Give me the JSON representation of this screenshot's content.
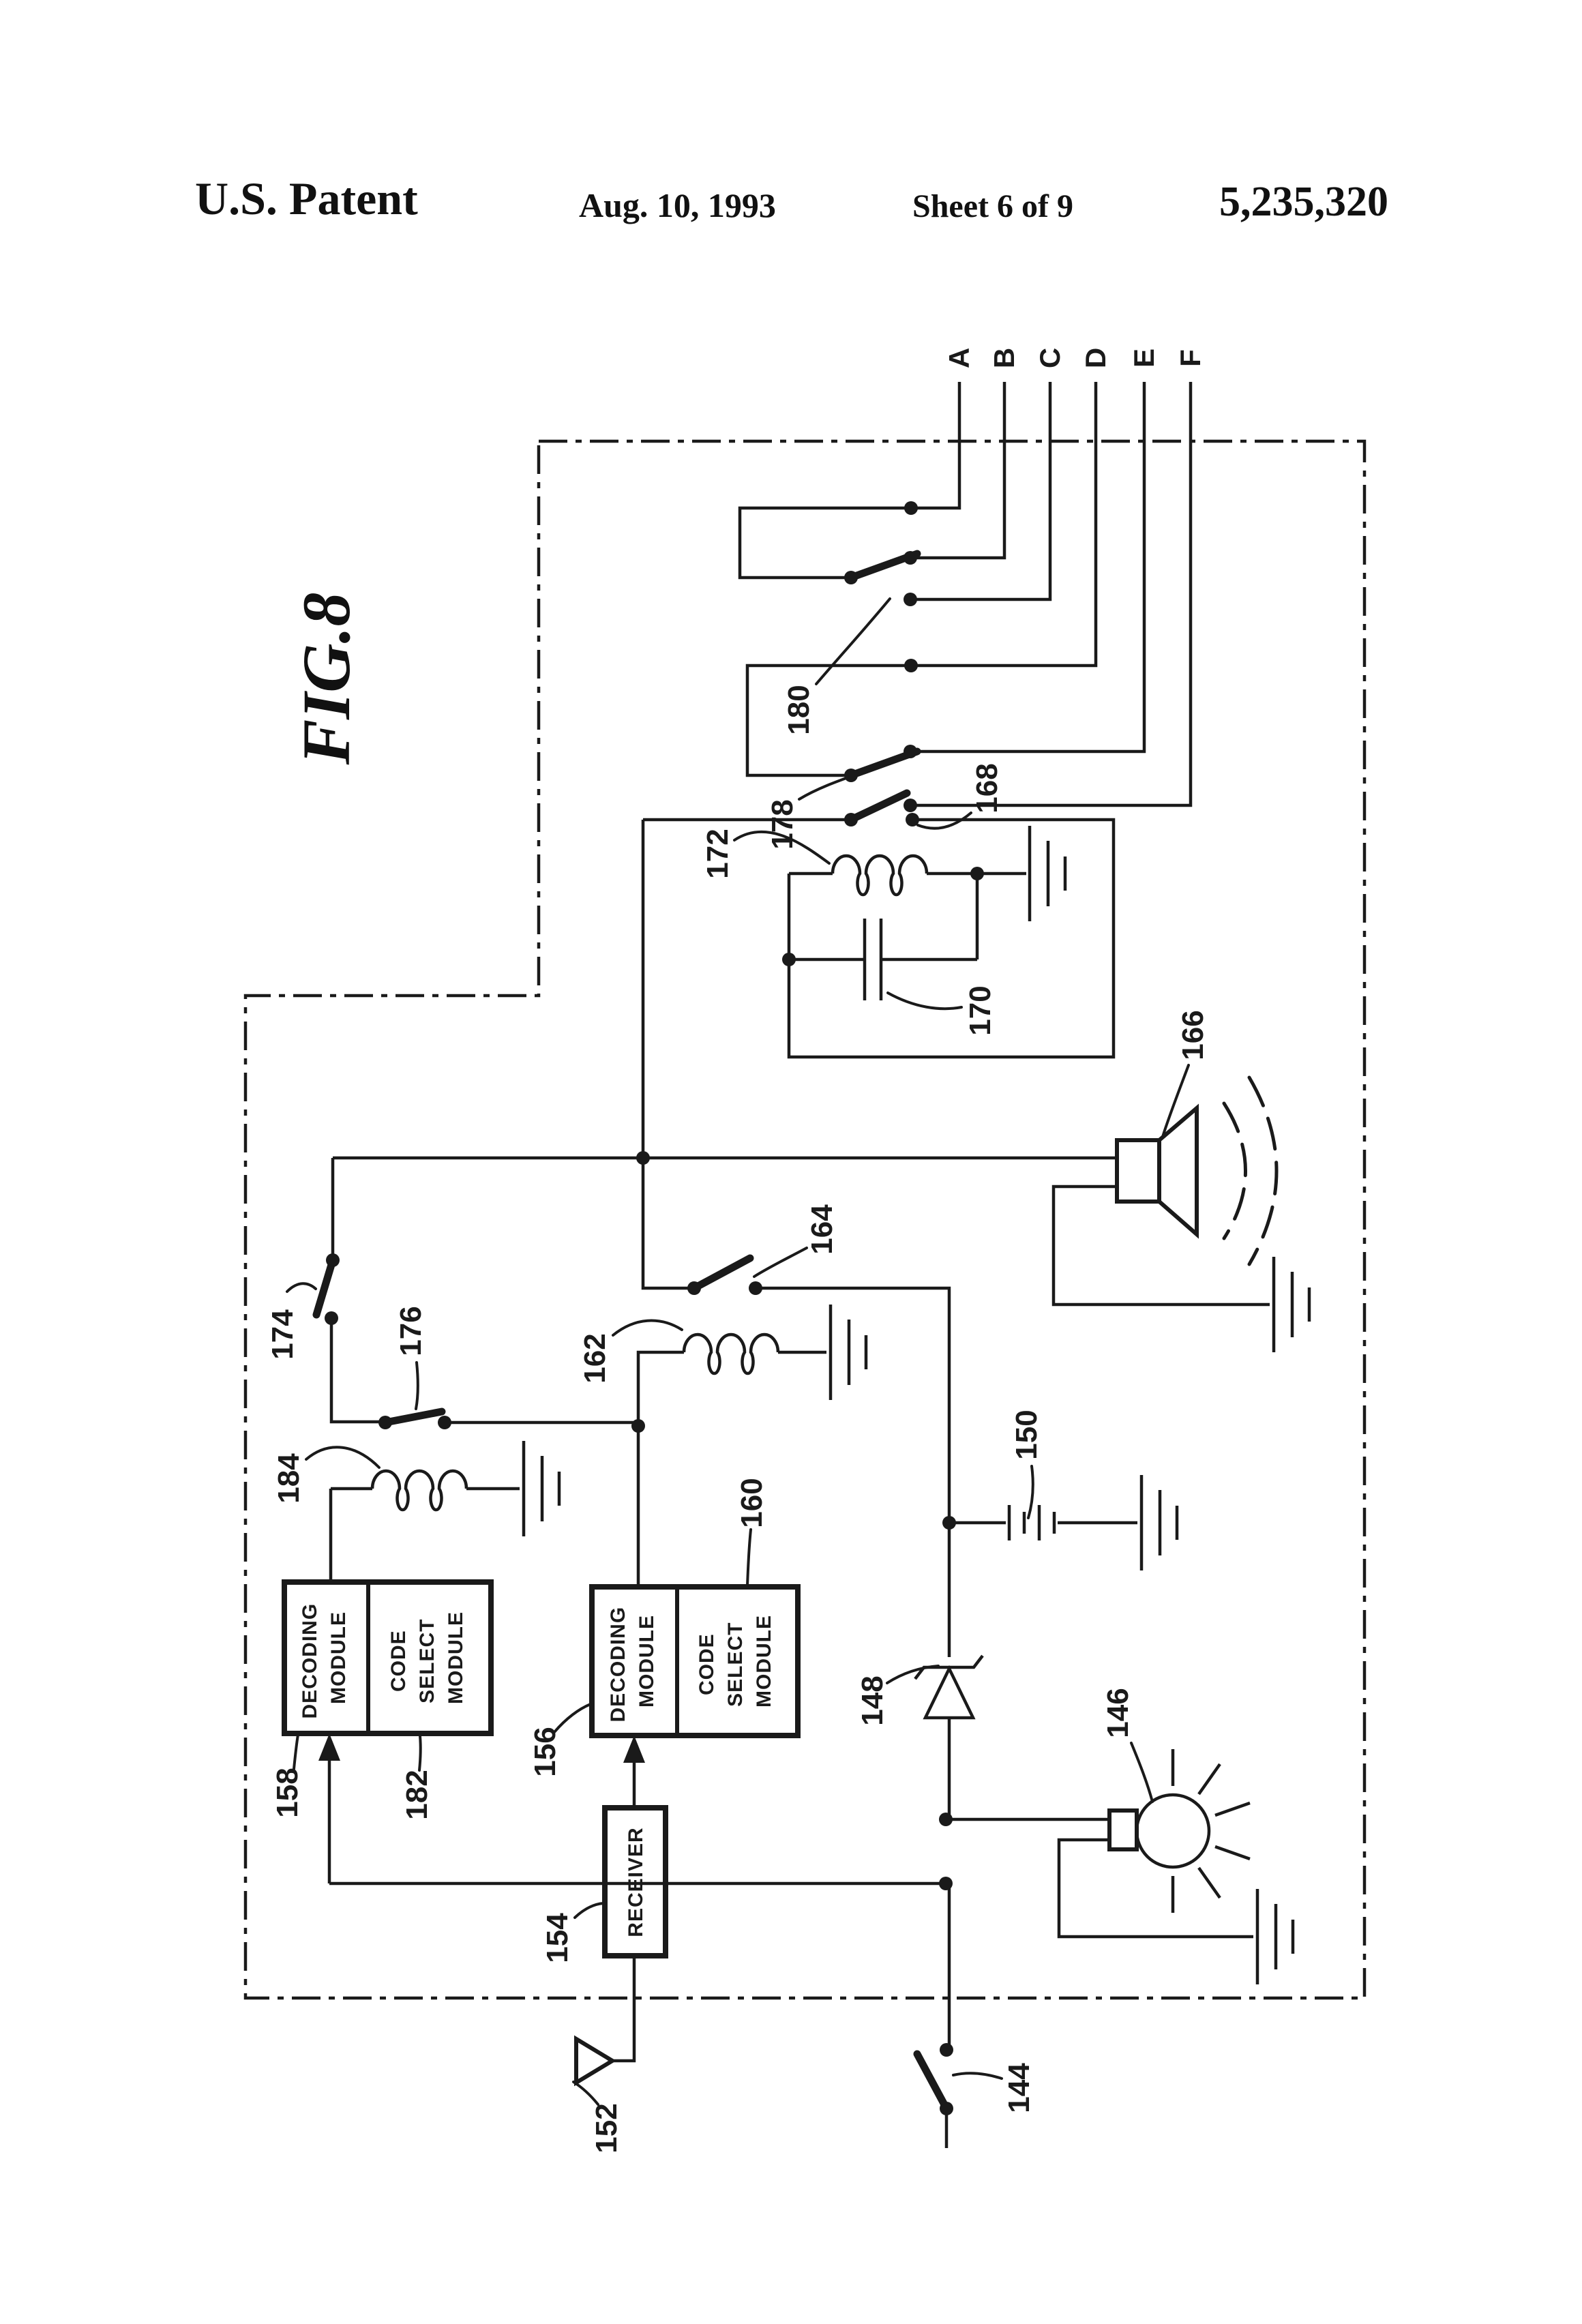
{
  "header": {
    "title": "U.S. Patent",
    "date": "Aug. 10, 1993",
    "sheet": "Sheet 6 of 9",
    "patent_number": "5,235,320"
  },
  "figure": {
    "label": "FIG.8"
  },
  "terminals": {
    "labels": [
      "A",
      "B",
      "C",
      "D",
      "E",
      "F"
    ]
  },
  "ref_labels": {
    "n144": "144",
    "n146": "146",
    "n148": "148",
    "n150": "150",
    "n152": "152",
    "n154": "154",
    "n156": "156",
    "n158": "158",
    "n160": "160",
    "n162": "162",
    "n164": "164",
    "n166": "166",
    "n168": "168",
    "n170": "170",
    "n172": "172",
    "n174": "174",
    "n176": "176",
    "n178": "178",
    "n180": "180",
    "n182": "182",
    "n184": "184"
  },
  "modules": {
    "module1": {
      "decoding": [
        "DECODING",
        "MODULE"
      ],
      "code_select": [
        "CODE",
        "SELECT",
        "MODULE"
      ]
    },
    "module2": {
      "decoding": [
        "DECODING",
        "MODULE"
      ],
      "code_select": [
        "CODE",
        "SELECT",
        "MODULE"
      ]
    },
    "receiver": {
      "label": "RECEIVER"
    }
  },
  "colors": {
    "ink": "#1a1a1a",
    "paper": "#ffffff"
  }
}
